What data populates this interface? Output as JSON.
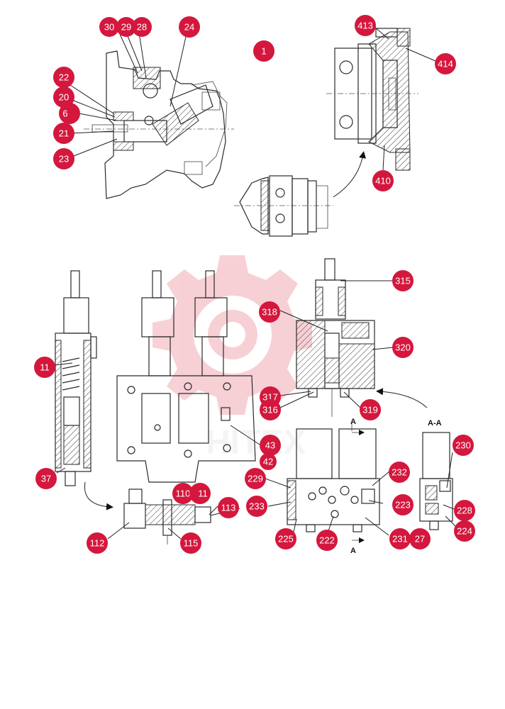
{
  "watermark": {
    "text": "HITEX",
    "color": "#e8a0a8"
  },
  "accent_color": "#d4173d",
  "callouts": {
    "c30": "30",
    "c29": "29",
    "c28": "28",
    "c24": "24",
    "c1": "1",
    "c413": "413",
    "c414": "414",
    "c22": "22",
    "c20": "20",
    "c6": "6",
    "c21": "21",
    "c23": "23",
    "c410": "410",
    "c315": "315",
    "c318": "318",
    "c320": "320",
    "c11": "11",
    "c317": "317",
    "c316": "316",
    "c319": "319",
    "c43": "43",
    "c42": "42",
    "c37": "37",
    "c229": "229",
    "c232": "232",
    "c230": "230",
    "c110": "110",
    "c111": "11",
    "c113": "113",
    "c233": "233",
    "c223": "223",
    "c228": "228",
    "c112": "112",
    "c115": "115",
    "c225": "225",
    "c222": "222",
    "c231": "231",
    "c27": "27",
    "c224": "224"
  },
  "section_labels": {
    "aa_top": "A",
    "aa_bottom": "A",
    "aa_view": "A-A"
  }
}
